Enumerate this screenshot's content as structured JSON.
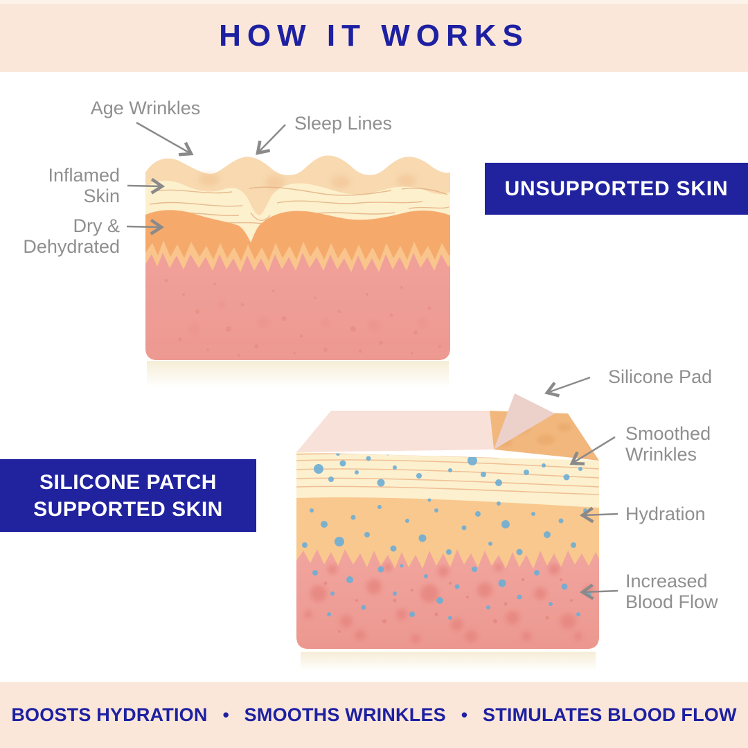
{
  "header": {
    "title": "HOW IT WORKS"
  },
  "diagram_unsupported": {
    "banner": "UNSUPPORTED SKIN",
    "labels": {
      "age_wrinkles": "Age Wrinkles",
      "sleep_lines": "Sleep Lines",
      "inflamed_skin": "Inflamed\nSkin",
      "dry_dehydrated": "Dry &\nDehydrated"
    }
  },
  "diagram_supported": {
    "banner": "SILICONE PATCH\nSUPPORTED SKIN",
    "labels": {
      "silicone_pad": "Silicone Pad",
      "smoothed_wrinkles": "Smoothed\nWrinkles",
      "hydration": "Hydration",
      "increased_blood_flow": "Increased\nBlood Flow"
    }
  },
  "footer": {
    "items": [
      "BOOSTS HYDRATION",
      "SMOOTHS WRINKLES",
      "STIMULATES BLOOD FLOW"
    ],
    "separator": "•"
  },
  "colors": {
    "accent_blue": "#20229E",
    "banner_peach": "#FBE7DA",
    "label_gray": "#8F8F8F",
    "arrow_gray": "#8A8A8A",
    "skin_epidermis": "#F8D9B0",
    "skin_cream": "#FCF0CD",
    "skin_orange": "#F5AA6C",
    "skin_orange_light": "#F9C88E",
    "skin_dermis": "#EF9E96",
    "moisture_blue": "#6FAED4",
    "pad_pink": "#F8E1D8"
  }
}
